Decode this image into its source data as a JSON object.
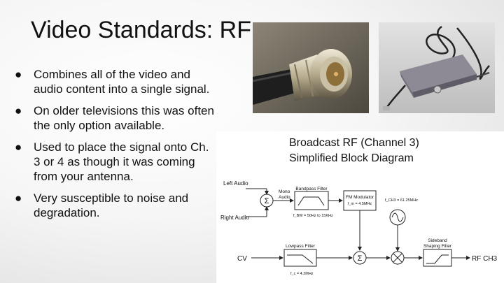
{
  "slide": {
    "title": "Video Standards: RF",
    "bullets": [
      "Combines all of the video and audio content into a single signal.",
      "On older televisions this was often the only option available.",
      "Used to place the signal onto Ch. 3 or 4 as though it was coming from your antenna.",
      "Very susceptible to noise and degradation."
    ],
    "bullet_glyph": "●"
  },
  "photos": {
    "left": "rf-connector-closeup-icon",
    "right": "rf-modulator-box-icon"
  },
  "diagram": {
    "title_line1": "Broadcast RF (Channel 3)",
    "title_line2": "Simplified Block Diagram",
    "left_audio": "Left Audio",
    "right_audio": "Right Audio",
    "sum_symbol": "Σ",
    "mono_audio_line1": "Mono",
    "mono_audio_line2": "Audio",
    "bandpass_filter": "Bandpass Filter",
    "bandpass_range": "f_BW = 50Hz to 15KHz",
    "fm_modulator": "FM Modulator",
    "fm_freq": "f_m = 4.5MHz",
    "carrier_freq": "f_CH3 = 61.25MHz",
    "cv_label": "CV",
    "lowpass_filter": "Lowpass Filter",
    "lowpass_freq": "f_c = 4.2MHz",
    "sideband_line1": "Sideband",
    "sideband_line2": "Shaping Filter",
    "output_label": "RF CH3"
  }
}
